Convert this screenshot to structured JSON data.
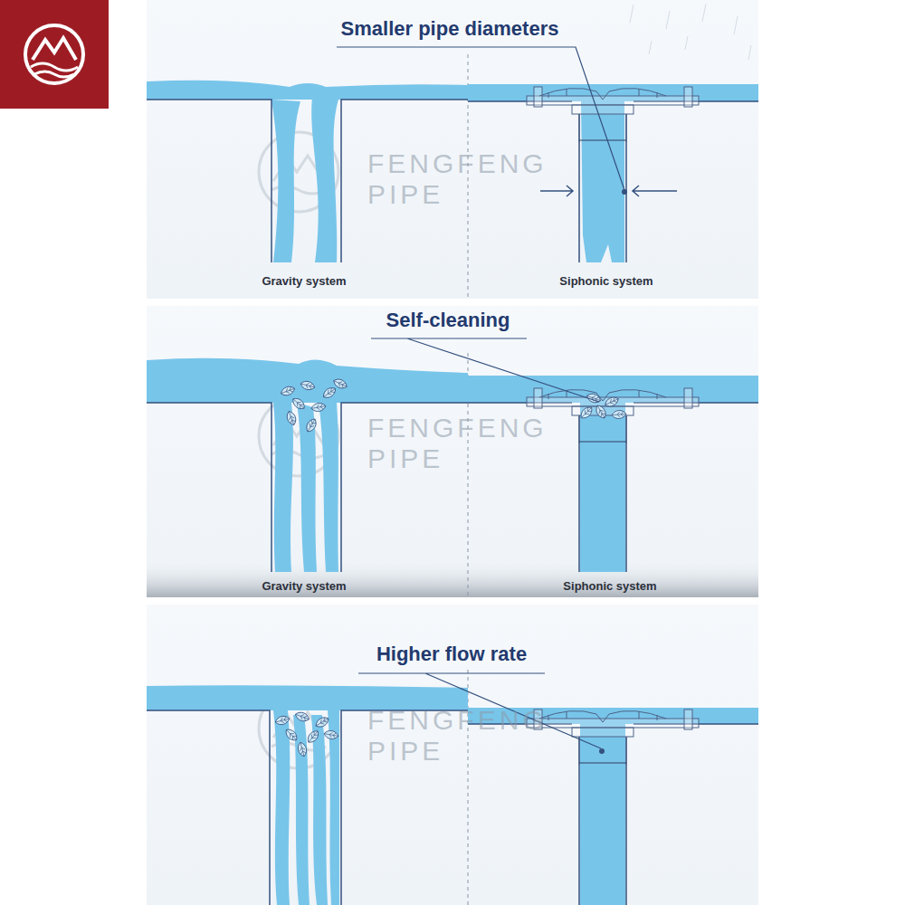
{
  "diagram": {
    "labels": [
      "Smaller pipe diameters",
      "FENGFENG",
      "PIPE",
      "Gravity system",
      "Siphonic system",
      "Self-cleaning",
      "FENGFENG",
      "PIPE",
      "Gravity system",
      "Siphonic system",
      "Higher flow rate",
      "FENGFENG",
      "PIPE"
    ]
  }
}
